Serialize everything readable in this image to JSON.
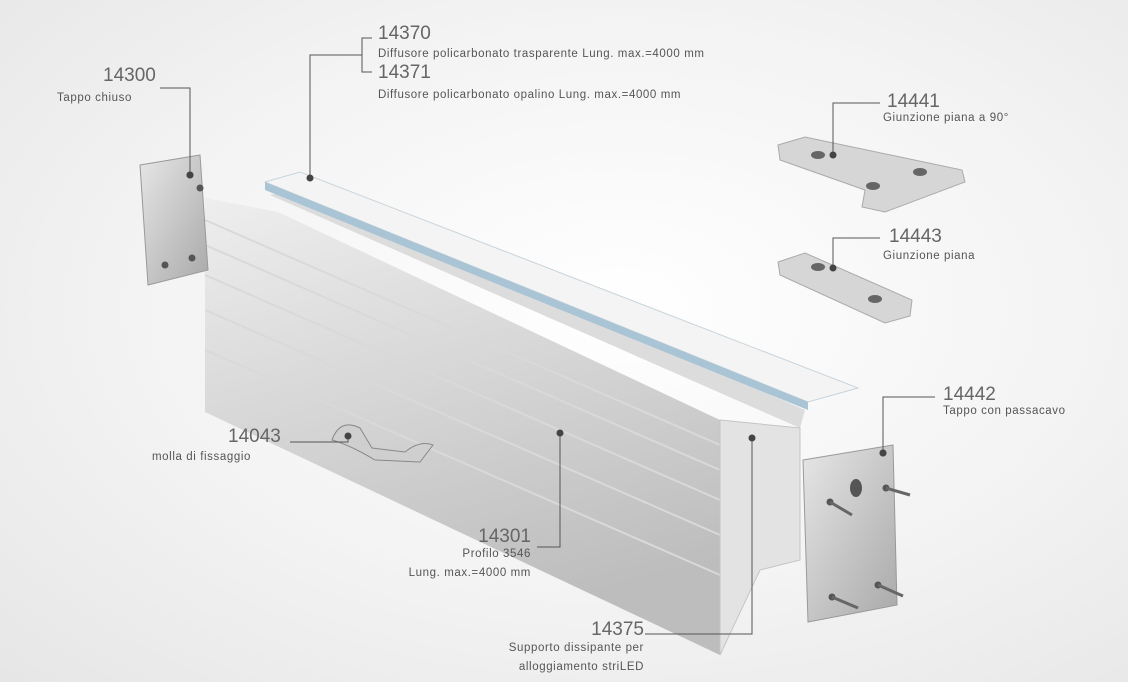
{
  "parts": [
    {
      "code": "14300",
      "description": "Tappo chiuso"
    },
    {
      "code": "14370",
      "description": "Diffusore policarbonato trasparente Lung. max.=4000 mm"
    },
    {
      "code": "14371",
      "description": "Diffusore policarbonato opalino Lung. max.=4000 mm"
    },
    {
      "code": "14441",
      "description": "Giunzione piana a 90°"
    },
    {
      "code": "14443",
      "description": "Giunzione piana"
    },
    {
      "code": "14442",
      "description": "Tappo con passacavo"
    },
    {
      "code": "14043",
      "description": "molla di fissaggio"
    },
    {
      "code": "14301",
      "description": "Profilo 3546",
      "description2": "Lung. max.=4000 mm"
    },
    {
      "code": "14375",
      "description": "Supporto dissipante per",
      "description2": "alloggiamento striLED"
    }
  ]
}
